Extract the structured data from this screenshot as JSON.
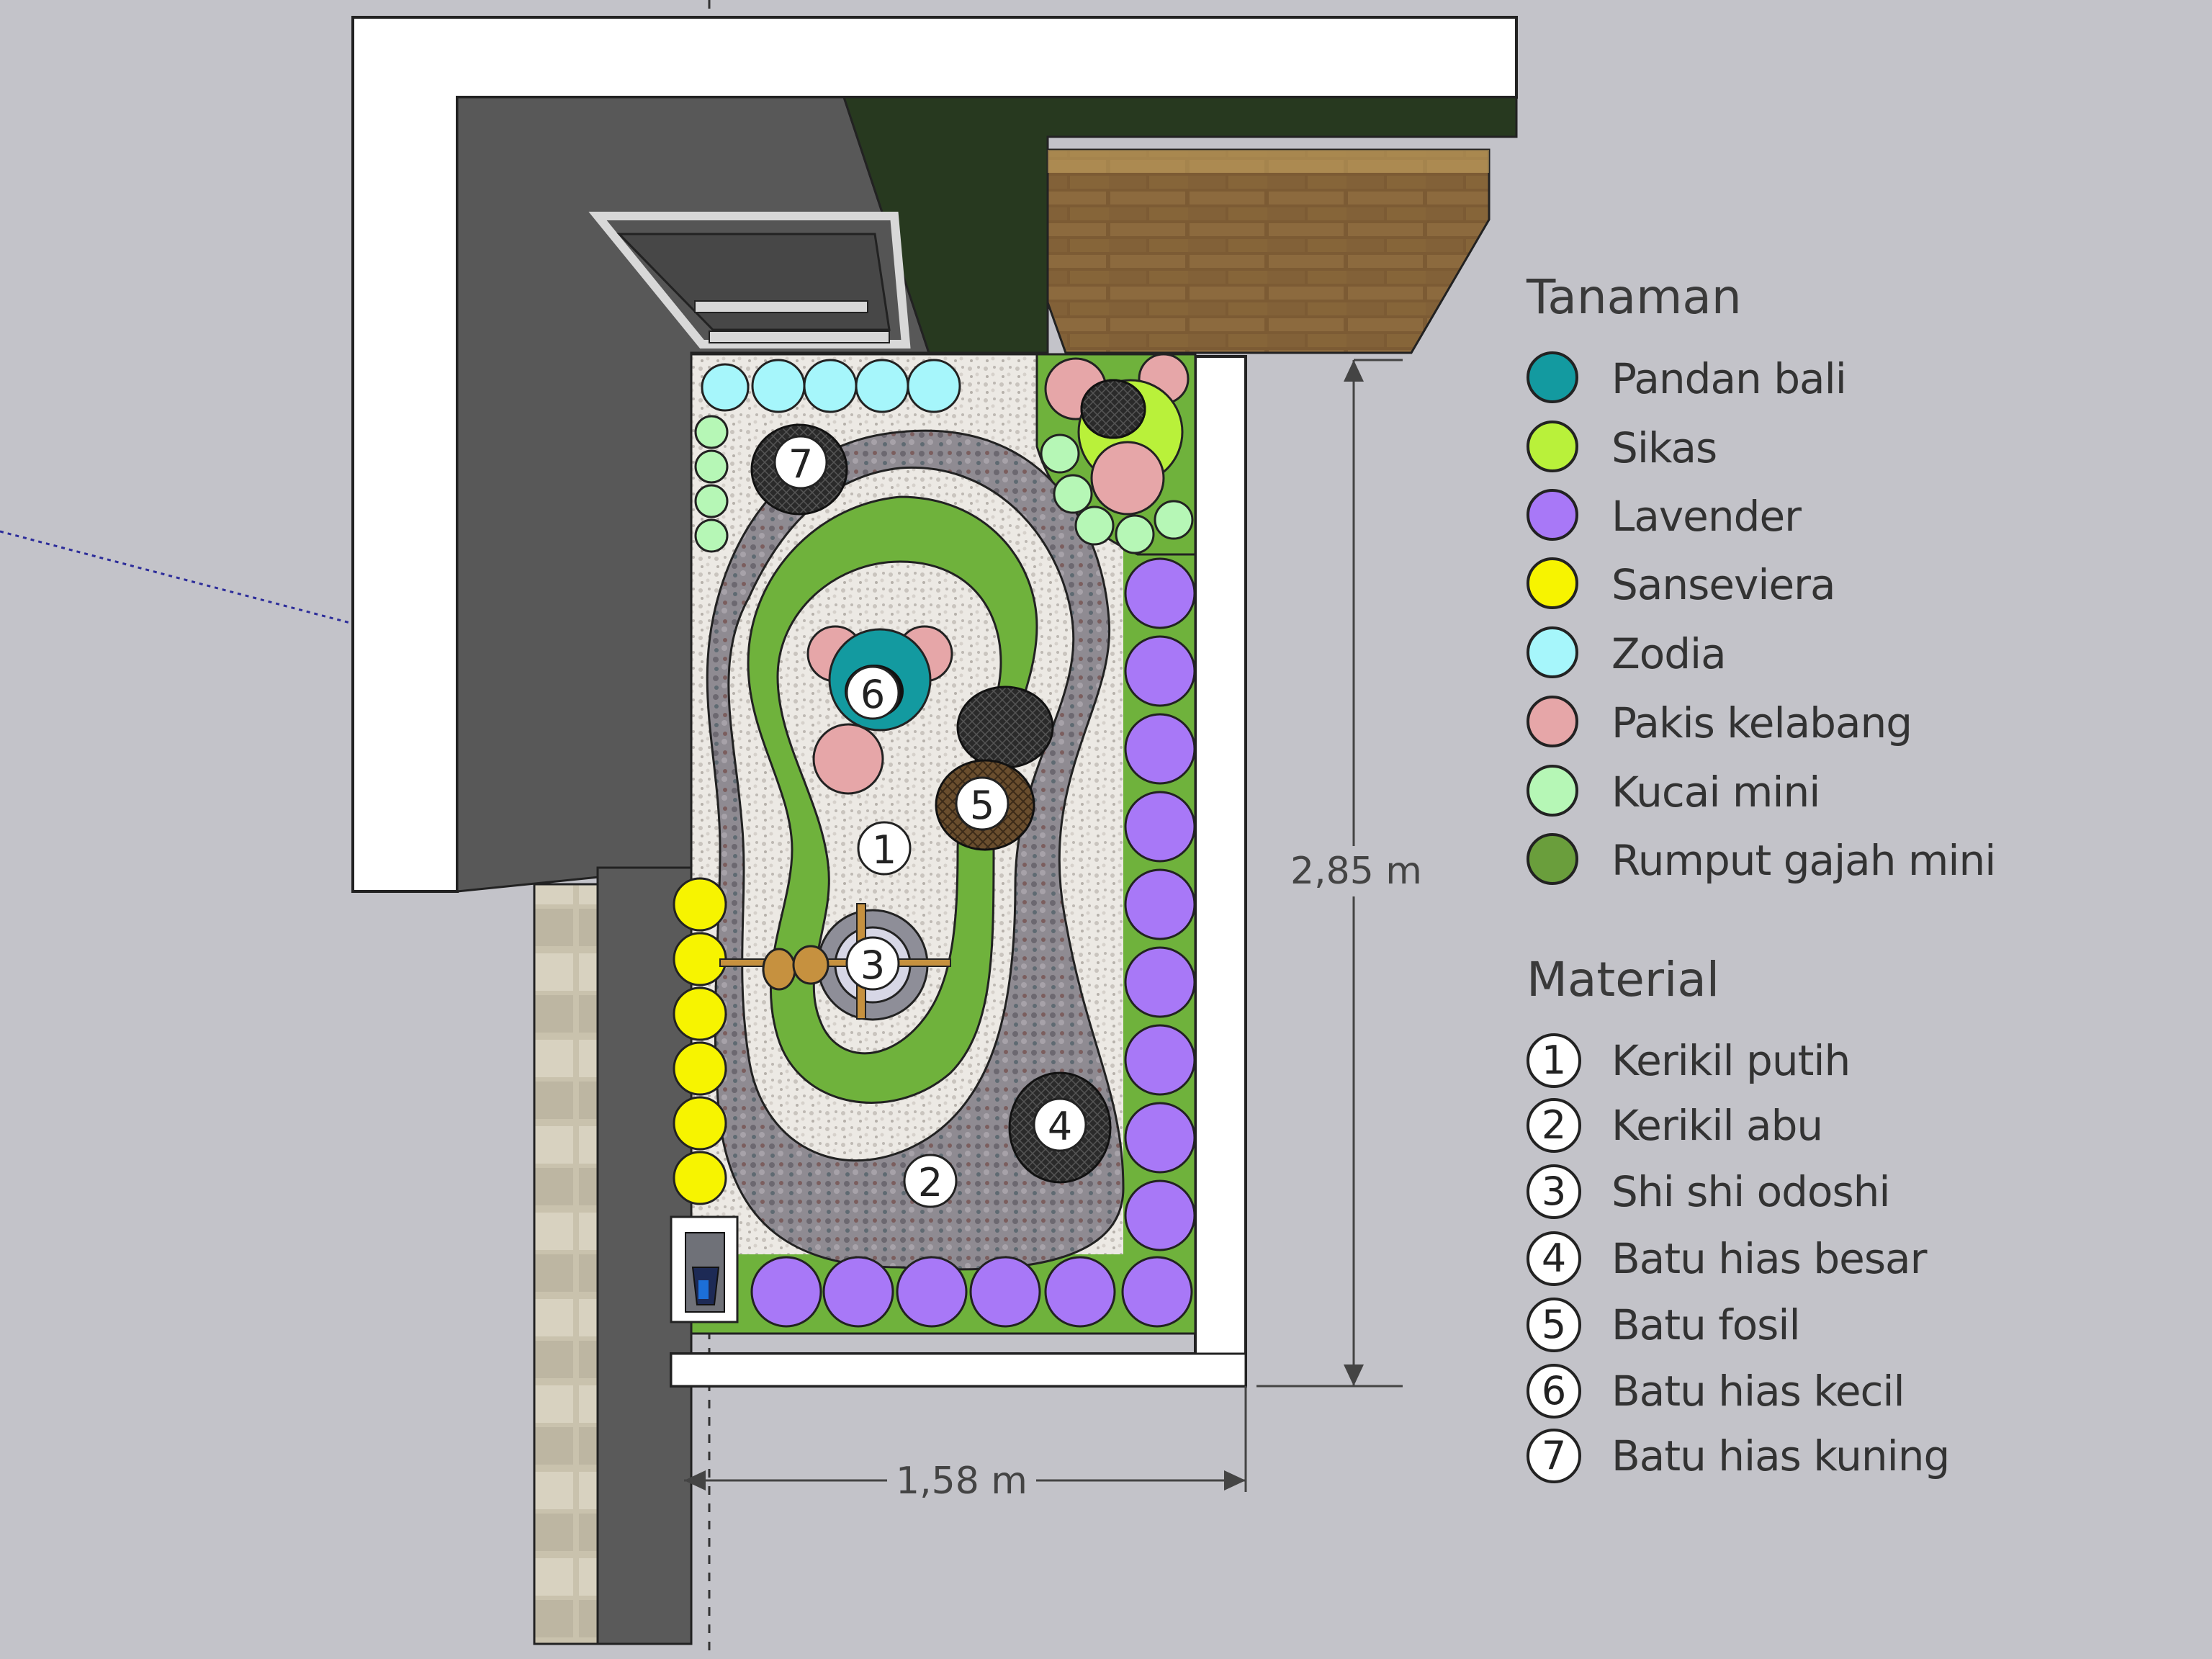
{
  "legend_plants": {
    "title": "Tanaman",
    "items": [
      {
        "label": "Pandan bali",
        "color": "#139aa0"
      },
      {
        "label": "Sikas",
        "color": "#b9f13a"
      },
      {
        "label": "Lavender",
        "color": "#a878f7"
      },
      {
        "label": "Sanseviera",
        "color": "#f7f400"
      },
      {
        "label": "Zodia",
        "color": "#a6f6fb"
      },
      {
        "label": "Pakis kelabang",
        "color": "#e6a6a8"
      },
      {
        "label": "Kucai mini",
        "color": "#b6f7b6"
      },
      {
        "label": "Rumput gajah mini",
        "color": "#6a9e3c"
      }
    ]
  },
  "legend_materials": {
    "title": "Material",
    "items": [
      {
        "num": "1",
        "label": "Kerikil putih"
      },
      {
        "num": "2",
        "label": "Kerikil abu"
      },
      {
        "num": "3",
        "label": "Shi shi odoshi"
      },
      {
        "num": "4",
        "label": "Batu hias besar"
      },
      {
        "num": "5",
        "label": "Batu fosil"
      },
      {
        "num": "6",
        "label": "Batu hias kecil"
      },
      {
        "num": "7",
        "label": "Batu hias kuning"
      }
    ]
  },
  "dimensions": {
    "height_label": "2,85 m",
    "width_label": "1,58 m"
  },
  "markers": {
    "m1": "1",
    "m2": "2",
    "m3": "3",
    "m4": "4",
    "m5": "5",
    "m6": "6",
    "m7": "7"
  },
  "colors": {
    "background": "#c3c3c9",
    "wall_white": "#ffffff",
    "wall_dark": "#555555",
    "roof_dark": "#27391f",
    "grass": "#6fb23c",
    "gravel_white": "#ece9e4",
    "gravel_grey": "#8f8b92",
    "lavender": "#a878f7",
    "sanseviera": "#f7f400",
    "zodia": "#a6f6fb",
    "pakis": "#e6a6a8",
    "kucai": "#b6f7b6",
    "sikas": "#b9f13a",
    "pandan": "#139aa0"
  }
}
